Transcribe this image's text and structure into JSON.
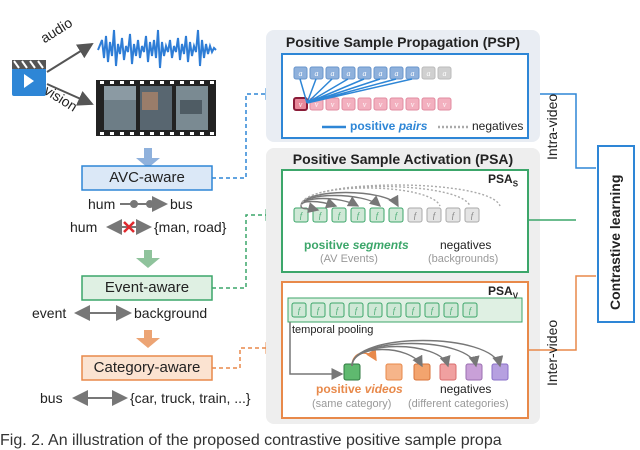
{
  "media": {
    "audio_label": "audio",
    "vision_label": "vision"
  },
  "left": {
    "avc_label": "AVC-aware",
    "avc_rel1_left": "hum",
    "avc_rel1_right": "bus",
    "avc_rel2_left": "hum",
    "avc_rel2_right": "{man, road}",
    "event_label": "Event-aware",
    "event_rel_left": "event",
    "event_rel_right": "background",
    "category_label": "Category-aware",
    "category_rel_left": "bus",
    "category_rel_right": "{car, truck, train, ...}"
  },
  "psp": {
    "title": "Positive Sample Propagation (PSP)",
    "audio_tokens": [
      "a",
      "a",
      "a",
      "a",
      "a",
      "a",
      "a",
      "a",
      "a",
      "a"
    ],
    "visual_tokens": [
      "v",
      "v",
      "v",
      "v",
      "v",
      "v",
      "v",
      "v",
      "v",
      "v"
    ],
    "legend_positive": "positive ",
    "legend_positive_em": "pairs",
    "legend_negative": "negatives"
  },
  "psa": {
    "title": "Positive Sample Activation (PSA)",
    "s_label": "PSA",
    "s_sub": "S",
    "s_tokens": [
      "f",
      "f",
      "f",
      "f",
      "f",
      "f",
      "f",
      "f",
      "f",
      "f"
    ],
    "s_positive": "positive ",
    "s_positive_em": "segments",
    "s_positive_sub": "(AV Events)",
    "s_negative": "negatives",
    "s_negative_sub": "(backgrounds)",
    "v_label": "PSA",
    "v_sub": "V",
    "v_tokens": [
      "f",
      "f",
      "f",
      "f",
      "f",
      "f",
      "f",
      "f",
      "f",
      "f"
    ],
    "temporal_pooling": "temporal pooling",
    "v_positive": "positive ",
    "v_positive_em": "videos",
    "v_positive_sub": "(same category)",
    "v_negative": "negatives",
    "v_negative_sub": "(different categories)"
  },
  "right": {
    "intra_label": "Intra-video",
    "inter_label": "Inter-video",
    "contrastive_label": "Contrastive learning"
  },
  "caption": "Fig. 2. An illustration of the proposed contrastive positive sample propa",
  "colors": {
    "blue": "#2e86d6",
    "green": "#3ca66a",
    "orange": "#e8894a",
    "psp_bg": "#ffffff",
    "panel_bg": "#f2f2f2"
  }
}
